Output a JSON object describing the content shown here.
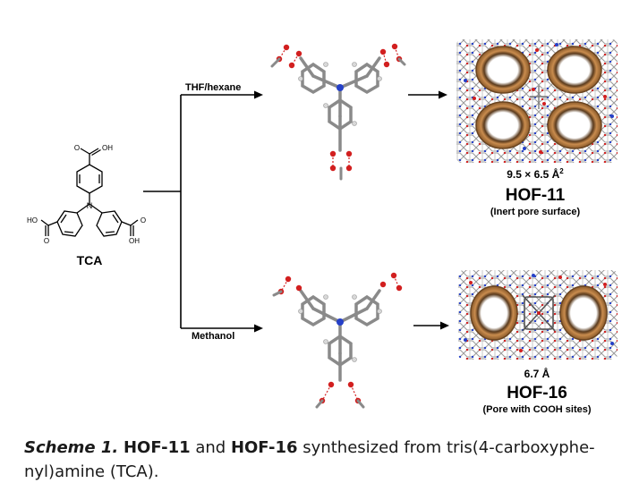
{
  "tca": {
    "name": "TCA",
    "oh_top": "OH",
    "o_top": "O",
    "ho_left": "HO",
    "o_left": "O",
    "o_right": "O",
    "oh_right": "OH",
    "n_atom": "N"
  },
  "routes": {
    "top_solvent": "THF/hexane",
    "bottom_solvent": "Methanol"
  },
  "hof11": {
    "pore_size": "9.5 × 6.5 Å",
    "pore_size_sup": "2",
    "name": "HOF-11",
    "note": "(Inert pore surface)"
  },
  "hof16": {
    "pore_size": "6.7 Å",
    "name": "HOF-16",
    "note": "(Pore with COOH sites)"
  },
  "caption": {
    "label": "Scheme 1.",
    "name1": "HOF-11",
    "and": " and ",
    "name2": "HOF-16",
    "rest_line1": " synthesized from tris(4-carboxyphe-",
    "rest_line2": "nyl)amine (TCA)."
  },
  "colors": {
    "oxygen": "#d21f1f",
    "nitrogen": "#2540c8",
    "carbon": "#8a8a8a",
    "pore_brown": "#a9703c",
    "hbond": "#d21f1f"
  }
}
